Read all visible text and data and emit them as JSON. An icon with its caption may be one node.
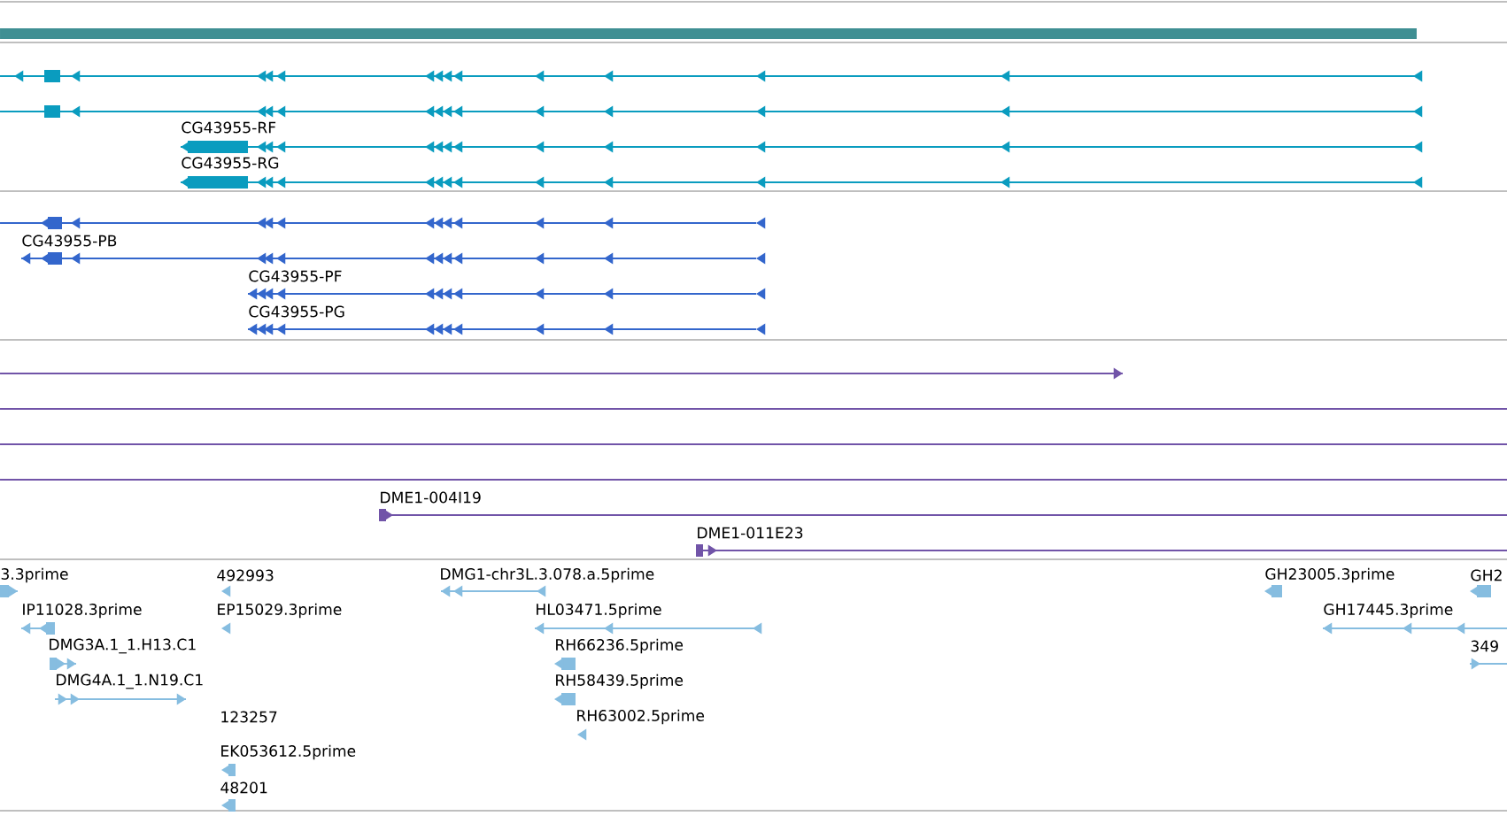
{
  "diagram": {
    "labels": [
      "CG43955-RF",
      "CG43955-RG",
      "CG43955-PB",
      "CG43955-PF",
      "CG43955-PG",
      "DME1-004I19",
      "DME1-011E23",
      "3.3prime",
      "492993",
      "DMG1-chr3L.3.078.a.5prime",
      "GH23005.3prime",
      "GH2",
      "IP11028.3prime",
      "EP15029.3prime",
      "HL03471.5prime",
      "GH17445.3prime",
      "DMG3A.1_1.H13.C1",
      "RH66236.5prime",
      "349",
      "DMG4A.1_1.N19.C1",
      "RH58439.5prime",
      "123257",
      "RH63002.5prime",
      "EK053612.5prime",
      "48201"
    ]
  }
}
